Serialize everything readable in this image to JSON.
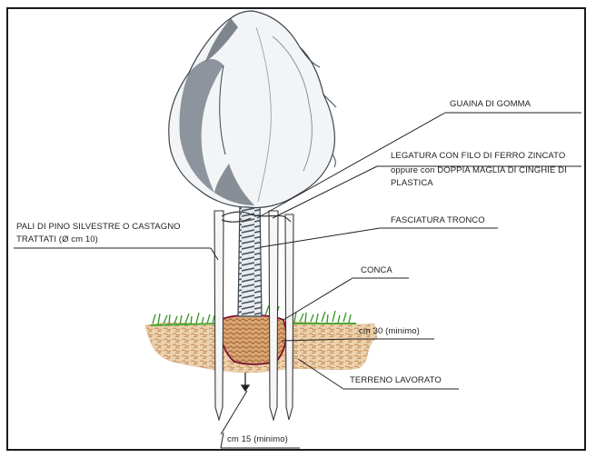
{
  "diagram": {
    "labels": {
      "guaina": "GUAINA DI GOMMA",
      "legatura_line1": "LEGATURA CON FILO DI FERRO ZINCATO",
      "legatura_line2": "oppure con DOPPIA MAGLIA DI CINGHIE DI",
      "legatura_line3": "PLASTICA",
      "pali_line1": "PALI DI PINO SILVESTRE O CASTAGNO",
      "pali_line2": "TRATTATI (Ø cm 10)",
      "fasciatura": "FASCIATURA TRONCO",
      "conca": "CONCA",
      "cm30": "cm 30 (minimo)",
      "terreno": "TERRENO LAVORATO",
      "cm15": "cm 15 (minimo)"
    },
    "colors": {
      "ink": "#222222",
      "grass": "#3c9a2c",
      "soil": "#c9905a",
      "soil_light": "#e6c59a",
      "pit_outline": "#7a1030",
      "foliage_shadow": "#3d4650"
    }
  }
}
